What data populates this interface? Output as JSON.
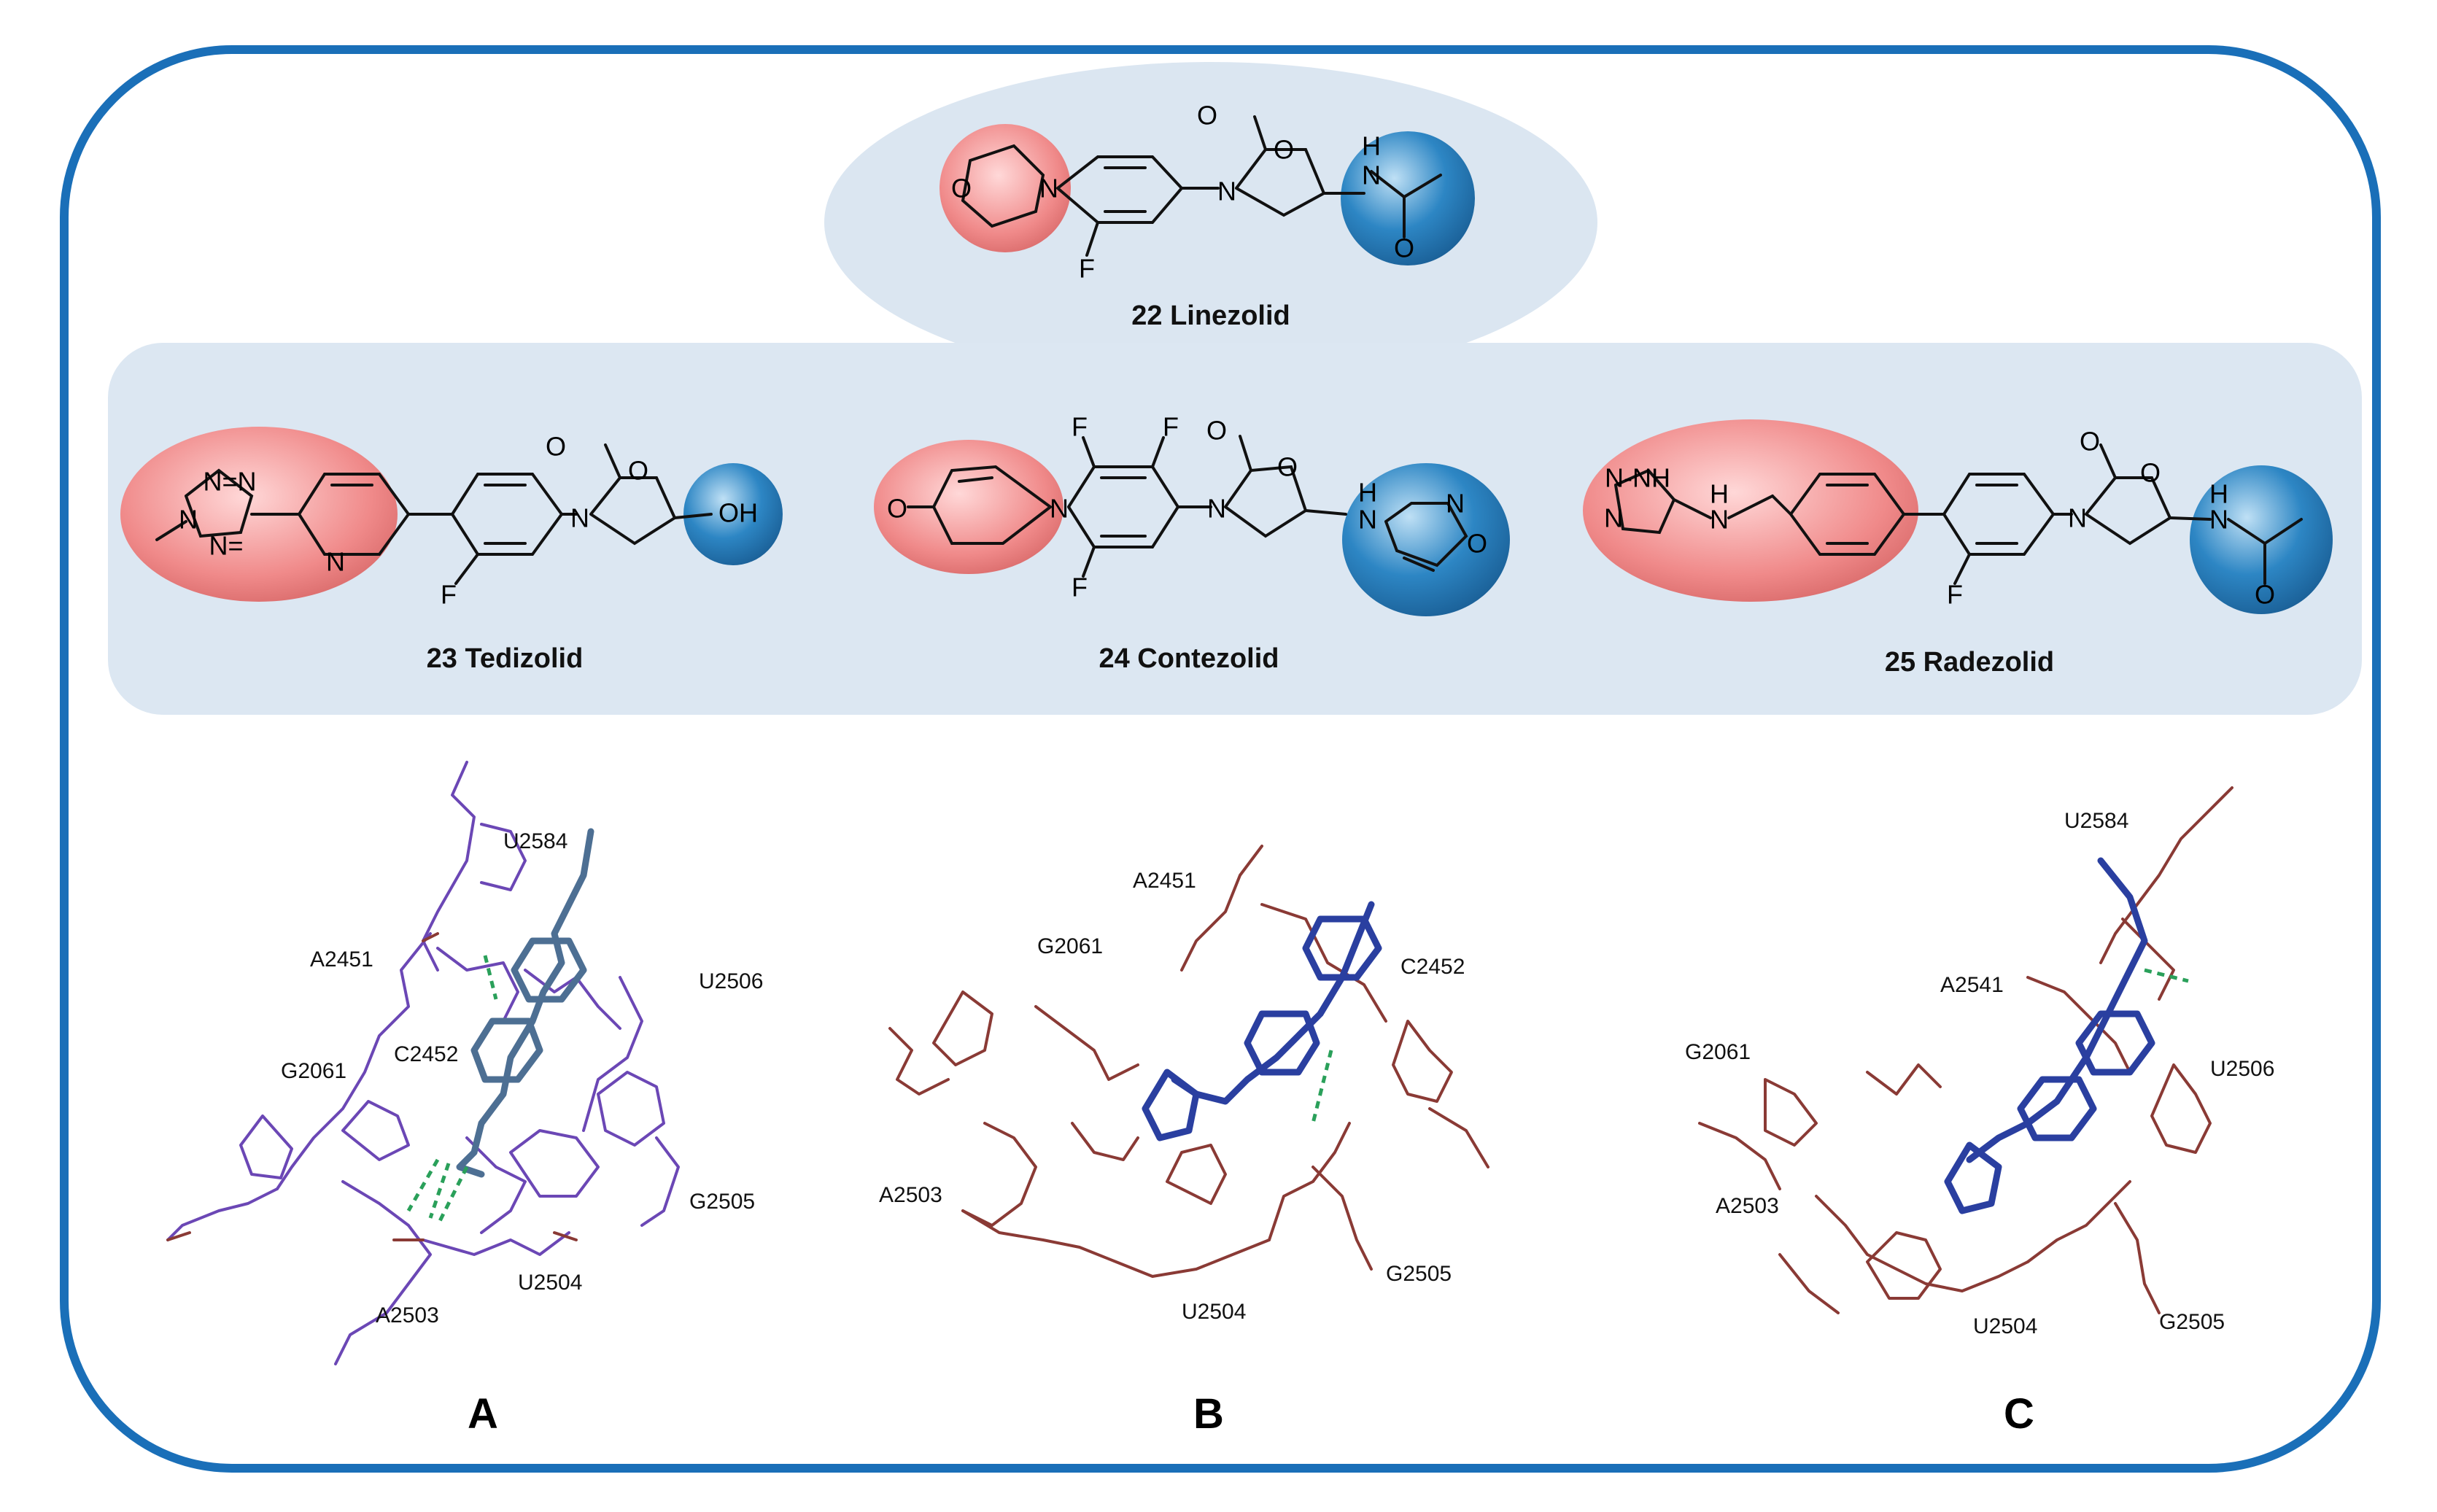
{
  "colors": {
    "frame": "#1a6fb8",
    "top_ellipse": "#dbe6f1",
    "middle_band": "#dce7f2",
    "red_highlight": "#f08a8a",
    "blue_highlight": "#2d86c4",
    "rna_purple": "#6b47b5",
    "rna_brown": "#8a3a35",
    "ligand_blue": "#2a3fa0",
    "ligand_steel": "#4d6f93",
    "hbond": "#2aa05a"
  },
  "compounds": [
    {
      "number": "22",
      "name": "Linezolid",
      "label": "22 Linezolid"
    },
    {
      "number": "23",
      "name": "Tedizolid",
      "label": "23 Tedizolid"
    },
    {
      "number": "24",
      "name": "Contezolid",
      "label": "24 Contezolid"
    },
    {
      "number": "25",
      "name": "Radezolid",
      "label": "25 Radezolid"
    }
  ],
  "atom_labels": {
    "O": "O",
    "N": "N",
    "F": "F",
    "H": "H",
    "NH": "NH",
    "OH": "OH",
    "N_eq_N": "N=N",
    "N_minus": "N",
    "NNH": "N-NH",
    "N_eq": "N="
  },
  "panels": [
    {
      "id": "A",
      "residues": [
        "U2584",
        "A2451",
        "U2506",
        "C2452",
        "G2061",
        "G2505",
        "U2504",
        "A2503"
      ]
    },
    {
      "id": "B",
      "residues": [
        "A2451",
        "G2061",
        "C2452",
        "A2503",
        "G2505",
        "U2504"
      ]
    },
    {
      "id": "C",
      "residues": [
        "U2584",
        "A2541",
        "G2061",
        "U2506",
        "A2503",
        "U2504",
        "G2505"
      ]
    }
  ]
}
